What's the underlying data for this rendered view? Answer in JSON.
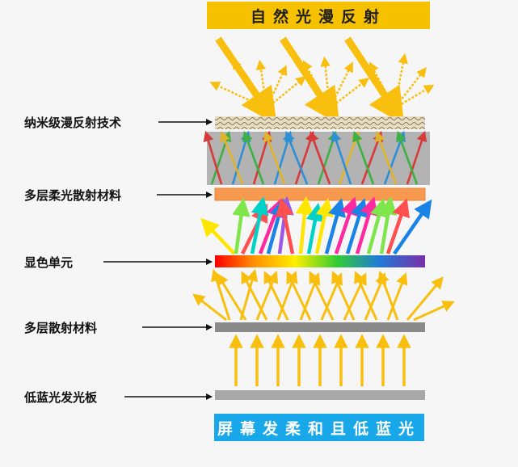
{
  "header": {
    "title": "自然光漫反射"
  },
  "footer": {
    "caption": "屏幕发柔和且低蓝光"
  },
  "layers": [
    {
      "label": "纳米级漫反射技术"
    },
    {
      "label": "多层柔光散射材料"
    },
    {
      "label": "显色单元"
    },
    {
      "label": "多层散射材料"
    },
    {
      "label": "低蓝光发光板"
    }
  ],
  "colors": {
    "incoming_light": "#f9bf0f",
    "header_bg": "#f6c200",
    "footer_bg": "#18a7e8",
    "nano_layer": "#e5dcc2",
    "gray_block": "#b3b3b3",
    "soft_scatter_layer": "#f79a4f",
    "scatter_layer": "#8a8a8a",
    "emitter_plate": "#a8a8a8",
    "label_arrow": "#111111"
  }
}
